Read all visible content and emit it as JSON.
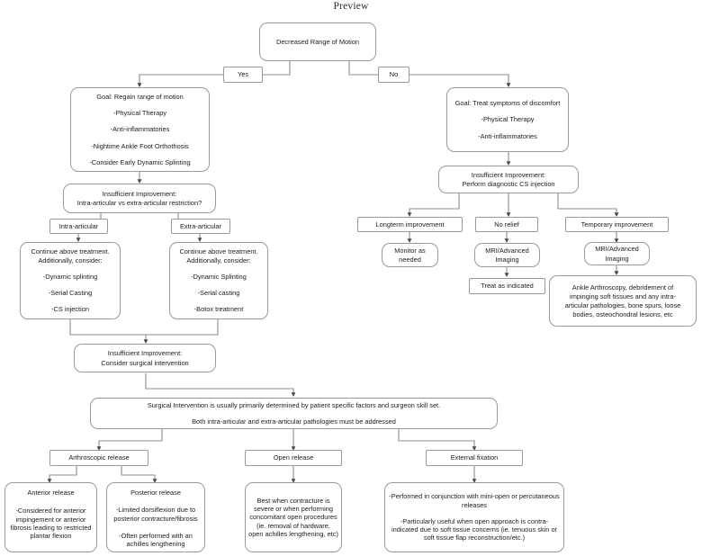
{
  "window": {
    "title": "Preview"
  },
  "diagram": {
    "type": "flowchart",
    "accent_color": "#9a9a9a",
    "text_color": "#1c1c1c",
    "background": "#ffffff",
    "nodes": {
      "root": {
        "lines": [
          "Decreased Range of Motion"
        ]
      },
      "yes_label": {
        "lines": [
          "Yes"
        ]
      },
      "no_label": {
        "lines": [
          "No"
        ]
      },
      "goal_rom": {
        "lines": [
          "Goal: Regain range of motion",
          "-Physical Therapy",
          "-Anti-inflammatories",
          "-Nightime Ankle Foot Orthothosis",
          "-Consider Early Dynamic Splinting"
        ]
      },
      "goal_symptoms": {
        "lines": [
          "Goal: Treat symptoms of discomfort",
          "-Physical Therapy",
          "-Anti-inflammatories"
        ]
      },
      "insufficient_intra_extra": {
        "lines": [
          "Insufficient Improvement:",
          "Intra-articular vs extra-articular restriction?"
        ]
      },
      "insufficient_cs": {
        "lines": [
          "Insufficient Improvement:",
          "Perform diagnostic CS injection"
        ]
      },
      "intra_articular": {
        "lines": [
          "Intra-articular"
        ]
      },
      "extra_articular": {
        "lines": [
          "Extra-articular"
        ]
      },
      "continue_intra": {
        "lines": [
          "Continue above treatment.",
          "Additionally, consider:",
          "-Dynamic splinting",
          "-Serial Casting",
          "-CS injection"
        ]
      },
      "continue_extra": {
        "lines": [
          "Continue above treatment.",
          "Additionally, consider:",
          "-Dynamic Splinting",
          "-Serial casting",
          "-Botox treatment"
        ]
      },
      "longterm_improvement": {
        "lines": [
          "Longterm improvement"
        ]
      },
      "no_relief": {
        "lines": [
          "No relief"
        ]
      },
      "temporary_improvement": {
        "lines": [
          "Temporary improvement"
        ]
      },
      "monitor": {
        "lines": [
          "Monitor as",
          "needed"
        ]
      },
      "mri_left": {
        "lines": [
          "MRI/Advanced",
          "Imaging"
        ]
      },
      "mri_right": {
        "lines": [
          "MRI/Advanced",
          "Imaging"
        ]
      },
      "treat_as_indicated": {
        "lines": [
          "Treat as indicated"
        ]
      },
      "ankle_arthroscopy": {
        "lines": [
          "Ankle Arthroscopy, debridement of",
          "impinging soft tissues and any intra-",
          "articular pathologies, bone spurs, loose",
          "bodies, osteochondral lesions, etc"
        ]
      },
      "insufficient_surgical": {
        "lines": [
          "Insufficient Improvement:",
          "Consider surgical intervention"
        ]
      },
      "surgical_statement": {
        "lines": [
          "Surgical Intervention is usually primarily determined by patient specific factors and surgeon skill set.",
          "Both intra-articular and extra-articular pathologies must be addressed"
        ]
      },
      "arthroscopic_release": {
        "lines": [
          "Arthroscopic release"
        ]
      },
      "open_release": {
        "lines": [
          "Open release"
        ]
      },
      "external_fixation": {
        "lines": [
          "External fixation"
        ]
      },
      "anterior_release": {
        "lines": [
          "Anterior release",
          "-Considered for anterior impingement or anterior fibrosis leading to restricted plantar flexion"
        ]
      },
      "posterior_release": {
        "lines": [
          "Posterior release",
          "-Limited dorsiflexion due to posterior contracture/fibrosis",
          "-Often performed with an achilles lengthening"
        ]
      },
      "open_release_detail": {
        "lines": [
          "Best when contracture is severe or when performing concomitant open procedures (ie. removal of hardware, open achilles lengthening, etc)"
        ]
      },
      "external_fixation_detail": {
        "lines": [
          "-Performed in conjunction with mini-open or percutaneous releases",
          "-Particularly useful when open approach is contra-indicated due to soft tissue concerns (ie. tenuous skin or soft tissue flap reconstruction/etc.)"
        ]
      }
    }
  }
}
